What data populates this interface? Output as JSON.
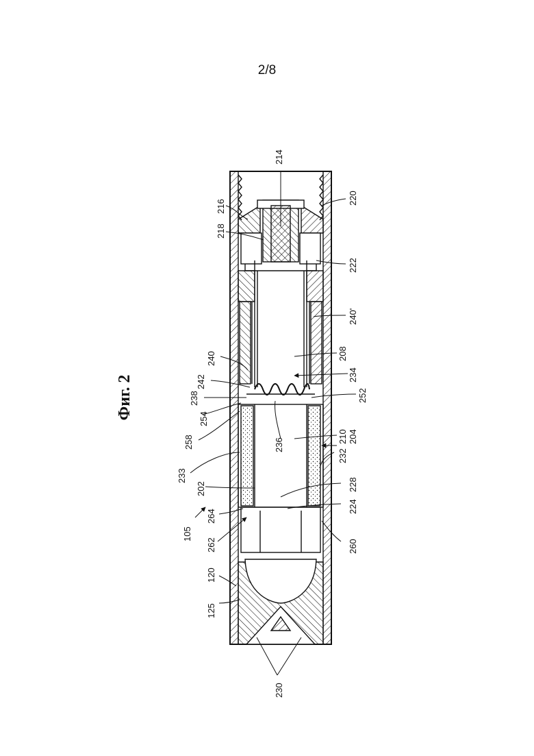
{
  "page_number": "2/8",
  "figure_caption": "Фиг. 2",
  "labels": {
    "l214": "214",
    "l216": "216",
    "l218": "218",
    "l220": "220",
    "l222": "222",
    "l240p": "240'",
    "l240": "240",
    "l242": "242",
    "l208": "208",
    "l234": "234",
    "l238": "238",
    "l252": "252",
    "l254": "254",
    "l258": "258",
    "l236": "236",
    "l210": "210",
    "l204": "204",
    "l233": "233",
    "l202": "202",
    "l232": "232",
    "l228": "228",
    "l264": "264",
    "l224": "224",
    "l105": "105",
    "l262": "262",
    "l260": "260",
    "l120": "120",
    "l125": "125",
    "l230": "230"
  },
  "colors": {
    "ink": "#111111",
    "paper": "#ffffff"
  }
}
